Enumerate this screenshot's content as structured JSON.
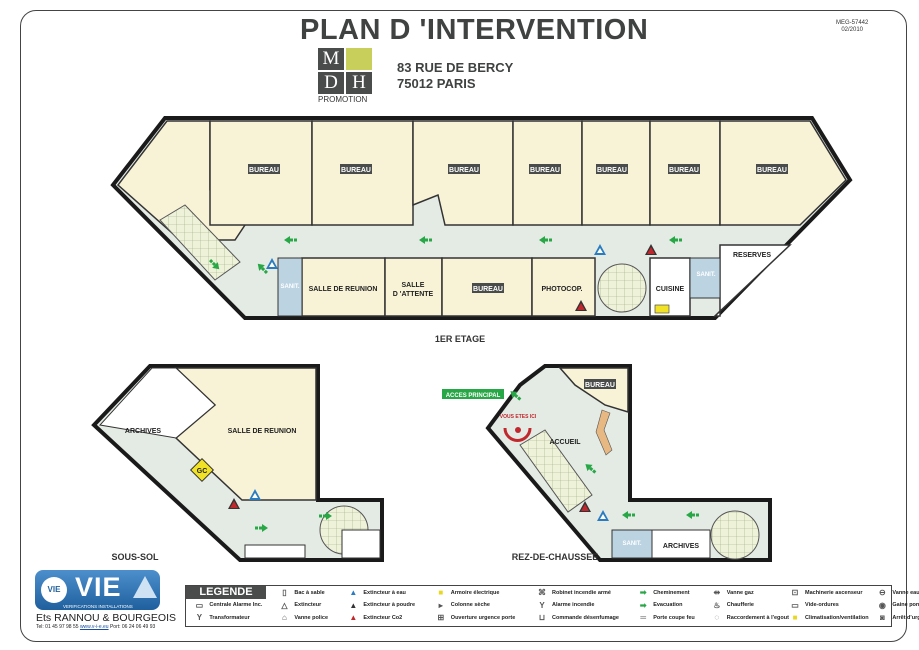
{
  "header": {
    "title": "PLAN D 'INTERVENTION",
    "ref_code": "MEG-57442",
    "ref_date": "02/2010",
    "address_line1": "83 RUE DE BERCY",
    "address_line2": "75012 PARIS"
  },
  "logo": {
    "letters": [
      "M",
      "D",
      "H"
    ],
    "subtitle": "PROMOTION"
  },
  "floor1": {
    "label": "1ER ETAGE",
    "rooms": {
      "bureau": "BUREAU",
      "reunion": "SALLE DE REUNION",
      "attente1": "SALLE",
      "attente2": "D 'ATTENTE",
      "photocop": "PHOTOCOP.",
      "cuisine": "CUISINE",
      "reserves": "RESERVES",
      "sanit": "SANIT."
    }
  },
  "basement": {
    "label": "SOUS-SOL",
    "rooms": {
      "archives": "ARCHIVES",
      "reunion": "SALLE DE REUNION",
      "gc": "GC"
    }
  },
  "ground": {
    "label": "REZ-DE-CHAUSSEE",
    "rooms": {
      "bureau": "BUREAU",
      "accueil": "ACCUEIL",
      "archives": "ARCHIVES",
      "sanit": "SANIT."
    },
    "main_access": "ACCES PRINCIPAL",
    "you_are_here": "VOUS ETES ICI"
  },
  "company": {
    "brand": "VIE",
    "brand_badge": "VIE",
    "tagline": "VERIFICATIONS INSTALLATIONS EXTINTEURS",
    "name": "Ets RANNOU & BOURGEOIS",
    "tel": "Tel: 01 45 97 98 55",
    "web": "www.v-i-e.eu",
    "port": "Port: 06 24 06 49 93"
  },
  "legend": {
    "title": "LEGENDE",
    "items": [
      {
        "label": "Centrale Alarme Inc.",
        "icon": "alarm-panel"
      },
      {
        "label": "Transformateur",
        "icon": "transformer"
      },
      {
        "label": "Bac à sable",
        "icon": "sand-bin"
      },
      {
        "label": "Extincteur",
        "icon": "extinguisher"
      },
      {
        "label": "Vanne police",
        "icon": "police-valve"
      },
      {
        "label": "Extincteur à eau",
        "icon": "water-extinguisher"
      },
      {
        "label": "Extincteur à poudre",
        "icon": "powder-extinguisher"
      },
      {
        "label": "Extincteur Co2",
        "icon": "co2-extinguisher"
      },
      {
        "label": "Armoire électrique",
        "icon": "electrical-cabinet"
      },
      {
        "label": "Colonne sèche",
        "icon": "dry-riser"
      },
      {
        "label": "Ouverture urgence porte",
        "icon": "emergency-door"
      },
      {
        "label": "Robinet incendie armé",
        "icon": "fire-hose"
      },
      {
        "label": "Alarme incendie",
        "icon": "fire-alarm"
      },
      {
        "label": "Commande désenfumage",
        "icon": "smoke-control"
      },
      {
        "label": "Cheminement",
        "icon": "path-arrow"
      },
      {
        "label": "Evacuation",
        "icon": "evacuation-arrow"
      },
      {
        "label": "Porte coupe feu",
        "icon": "fire-door"
      },
      {
        "label": "Vanne gaz",
        "icon": "gas-valve"
      },
      {
        "label": "Chaufferie",
        "icon": "boiler"
      },
      {
        "label": "Raccordement à l'egout",
        "icon": "sewer"
      },
      {
        "label": "Machinerie ascenseur",
        "icon": "elevator"
      },
      {
        "label": "Vide-ordures",
        "icon": "garbage-chute"
      },
      {
        "label": "Climatisation/ventilation",
        "icon": "hvac"
      },
      {
        "label": "Vanne eau",
        "icon": "water-valve"
      },
      {
        "label": "Gaine pompier",
        "icon": "firefighter-duct"
      },
      {
        "label": "Arrêt d'urgence",
        "icon": "emergency-stop"
      }
    ]
  },
  "colors": {
    "wall": "#1a1a1a",
    "room": "#f8f3d6",
    "corridor": "#e4ebe5",
    "sanit": "#bcd3e2",
    "arrow": "#27a745",
    "co2": "#c0282d",
    "water": "#2a7cc0",
    "title": "#3f4241",
    "accent": "#c8cf5a"
  }
}
